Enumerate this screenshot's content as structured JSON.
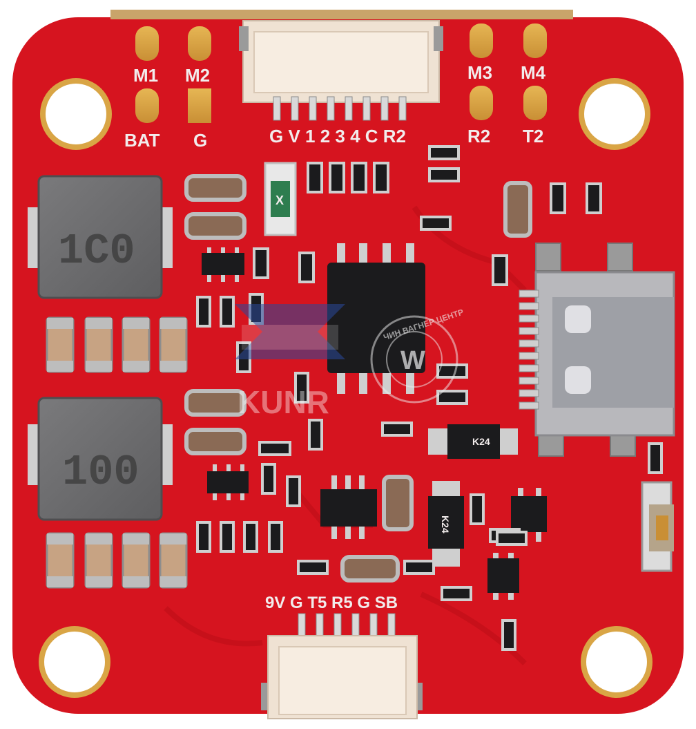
{
  "colors": {
    "board": "#d6141f",
    "board_dark": "#b90f19",
    "silkscreen": "#f2ecec",
    "gold": "#d9a545",
    "connector": "#efe2d3",
    "chip": "#1b1b1d",
    "inductor": "#6e6e70",
    "tin": "#bfbfbf"
  },
  "pad_labels": {
    "m1": "M1",
    "m2": "M2",
    "m3": "M3",
    "m4": "M4",
    "bat": "BAT",
    "g": "G",
    "r2": "R2",
    "t2": "T2"
  },
  "top_connector_label": "G V 1 2 3 4 C R2",
  "bottom_connector_label": "9V G T5 R5 G SB",
  "inductor_markings": [
    "1C0",
    "100"
  ],
  "diode_markings": [
    "K24",
    "K24"
  ],
  "fuse_marking": "X",
  "watermark_left": "KUNR",
  "watermark_right_ring": "ЧИН ВАГНЕР ЦЕНТР",
  "watermark_right_center": "W"
}
